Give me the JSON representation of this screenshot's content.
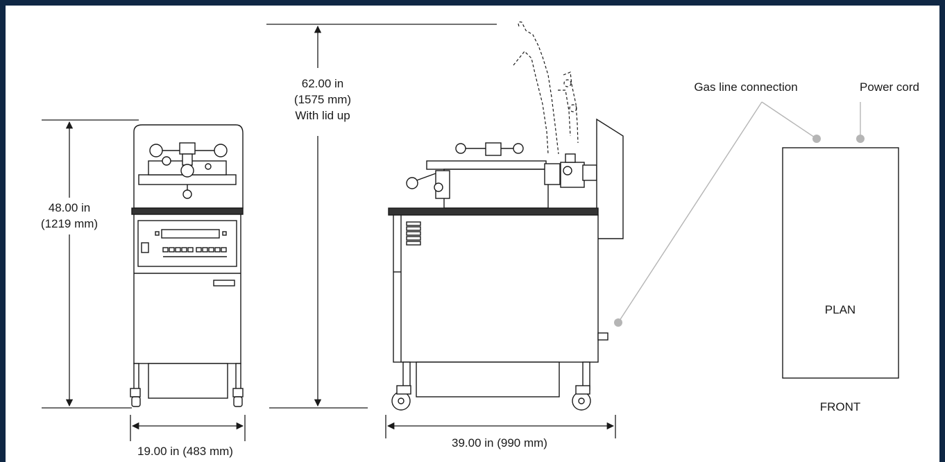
{
  "dimensions": {
    "height_closed": {
      "imperial": "48.00 in",
      "metric": "(1219 mm)"
    },
    "height_lid_up": {
      "imperial": "62.00 in",
      "metric": "(1575 mm)",
      "note": "With lid up"
    },
    "width": "19.00 in (483 mm)",
    "depth": "39.00 in (990 mm)"
  },
  "plan": {
    "title": "PLAN",
    "orientation": "FRONT",
    "callouts": {
      "gas": "Gas line connection",
      "power": "Power cord"
    }
  },
  "colors": {
    "border": "#0f2744",
    "callout": "#b5b5b5",
    "line": "#1a1a1a"
  }
}
